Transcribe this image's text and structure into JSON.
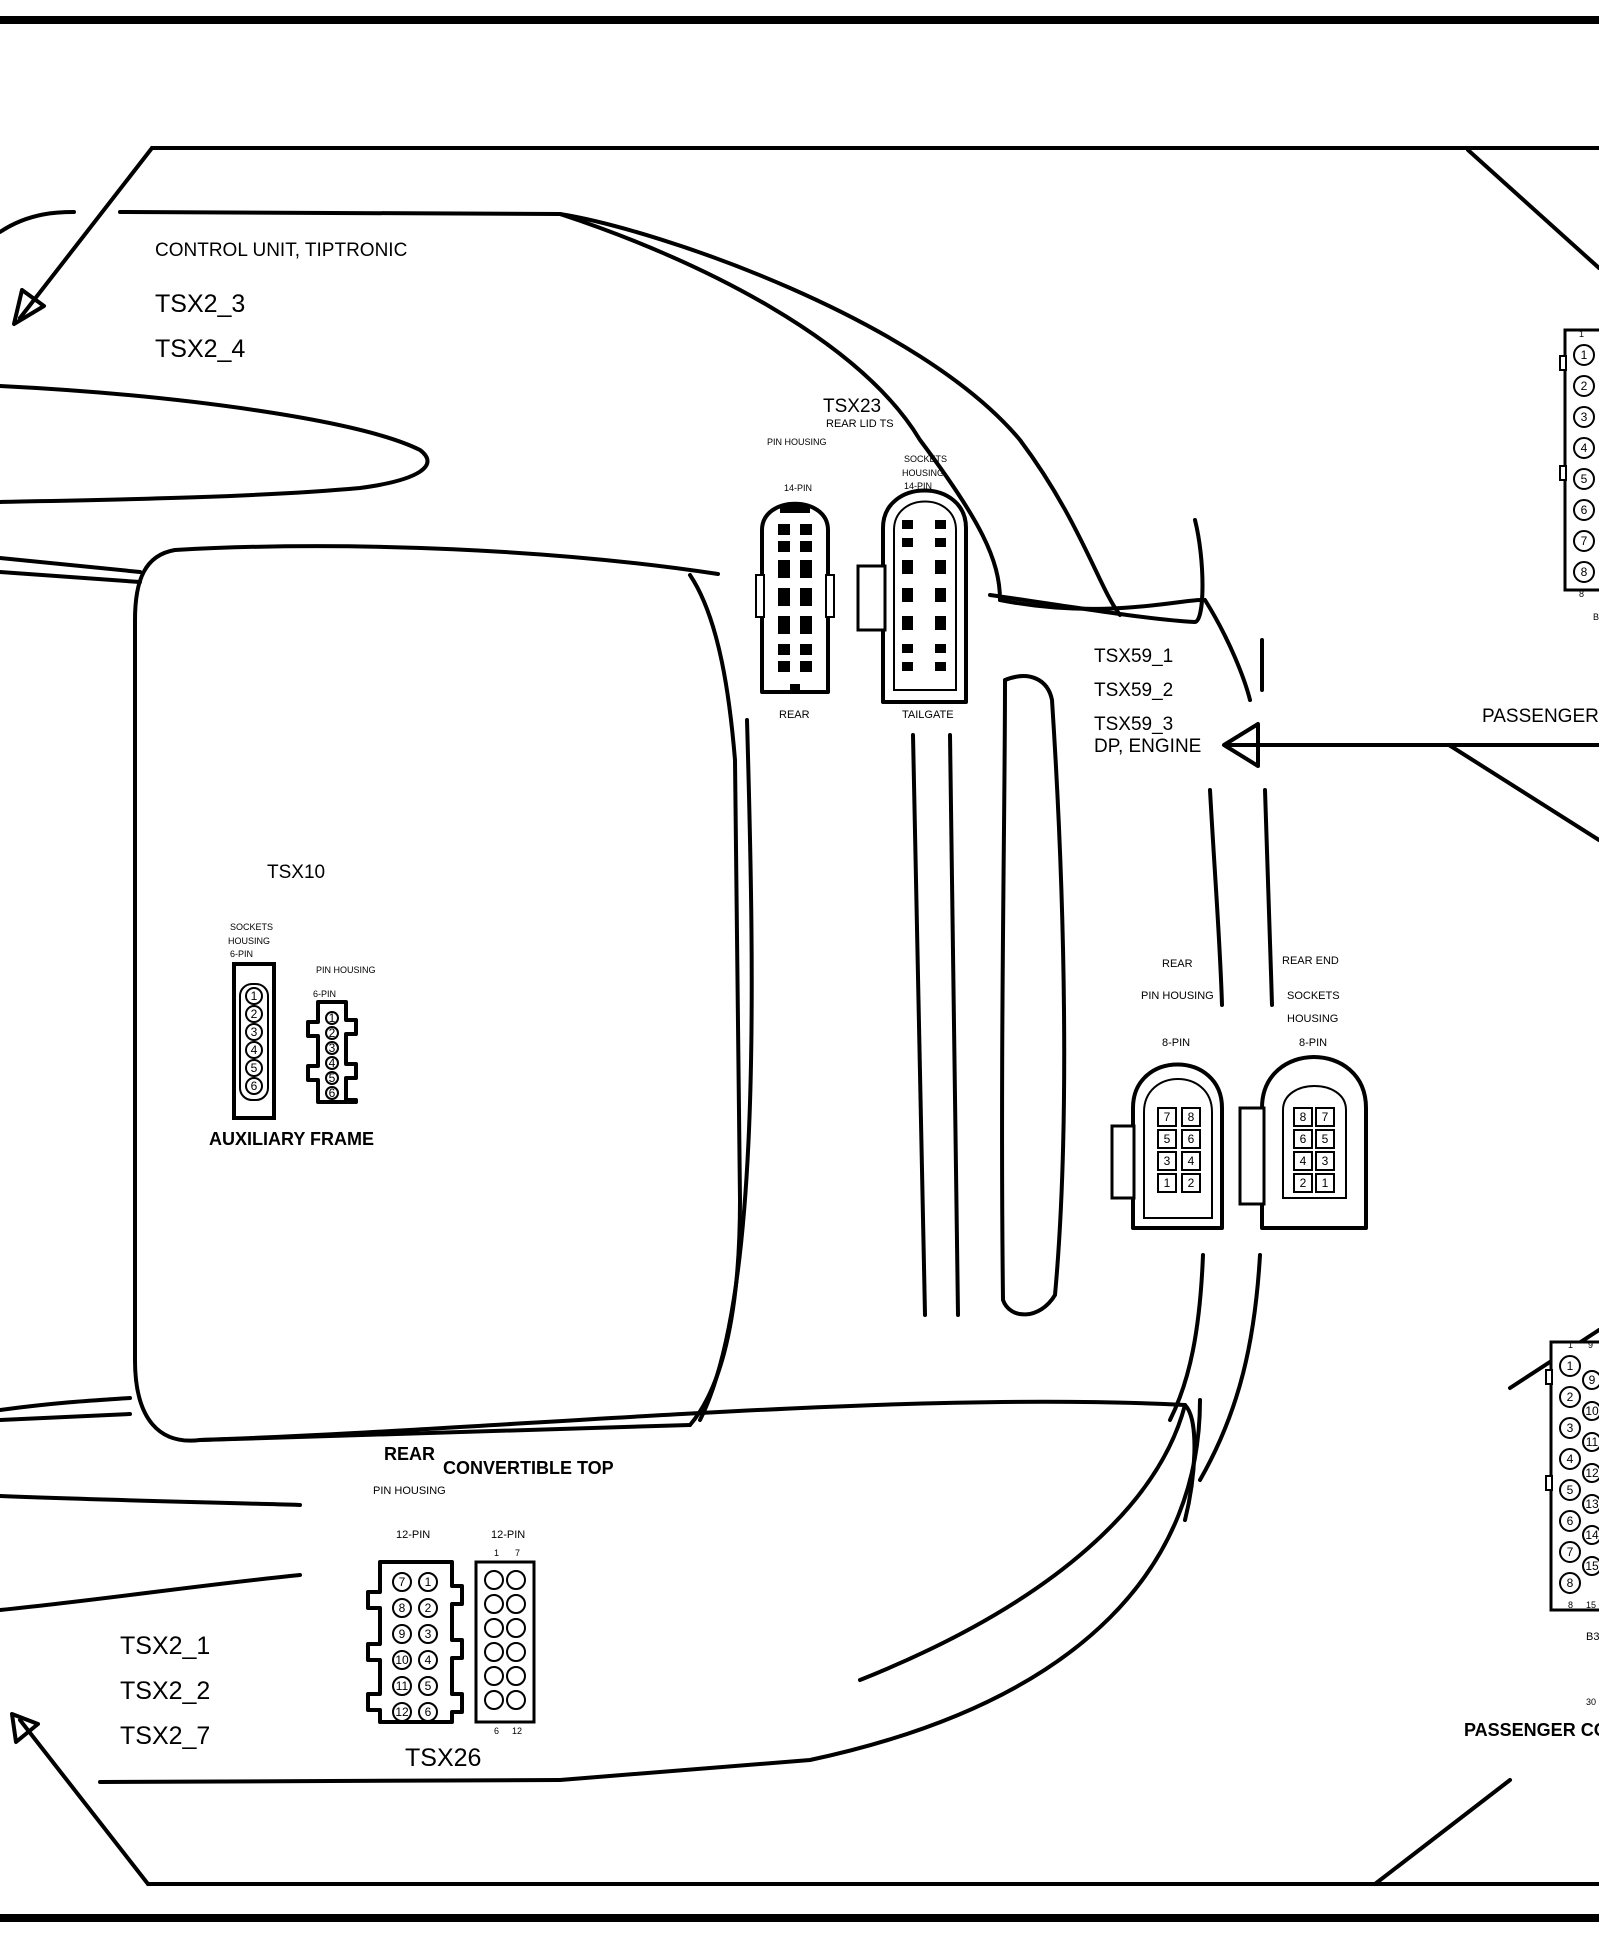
{
  "labels": {
    "control_unit": "CONTROL UNIT, TIPTRONIC",
    "tsx2_3": "TSX2_3",
    "tsx2_4": "TSX2_4",
    "tsx23": "TSX23",
    "rear_lid_ts": "REAR LID TS",
    "tsx23_pin_housing": "PIN HOUSING",
    "tsx23_pin_count": "14-PIN",
    "tsx23_sockets": "SOCKETS",
    "tsx23_housing": "HOUSING",
    "tsx23_socket_pins": "14-PIN",
    "tsx23_rear": "REAR",
    "tsx23_tailgate": "TAILGATE",
    "tsx59_1": "TSX59_1",
    "tsx59_2": "TSX59_2",
    "tsx59_3": "TSX59_3",
    "dp_engine": "DP, ENGINE",
    "passenger_right": "PASSENGER",
    "tsx10": "TSX10",
    "tsx10_sockets": "SOCKETS",
    "tsx10_housing": "HOUSING",
    "tsx10_socket_pins": "6-PIN",
    "tsx10_pin_housing": "PIN HOUSING",
    "tsx10_pin_count": "6-PIN",
    "auxiliary_frame": "AUXILIARY FRAME",
    "rear_pin": "REAR",
    "rear_pin_housing": "PIN HOUSING",
    "rear_pin_count": "8-PIN",
    "rear_end": "REAR END",
    "rear_end_sockets": "SOCKETS",
    "rear_end_housing": "HOUSING",
    "rear_end_pin_count": "8-PIN",
    "tsx26_rear": "REAR",
    "convertible_top": "CONVERTIBLE TOP",
    "tsx26_pin_housing": "PIN HOUSING",
    "tsx26_pin_count_left": "12-PIN",
    "tsx26_pin_count_right": "12-PIN",
    "tsx26": "TSX26",
    "tsx2_1": "TSX2_1",
    "tsx2_2": "TSX2_2",
    "tsx2_7": "TSX2_7",
    "passenger_bottom": "PASSENGER CO",
    "b3_label": "B3",
    "partial_30": "30",
    "partial_b": "B"
  },
  "connectors": {
    "tsx10_pins": [
      "1",
      "2",
      "3",
      "4",
      "5",
      "6"
    ],
    "tsx59_pin_rows": [
      [
        "7",
        "8"
      ],
      [
        "5",
        "6"
      ],
      [
        "3",
        "4"
      ],
      [
        "1",
        "2"
      ]
    ],
    "tsx59_socket_rows": [
      [
        "8",
        "7"
      ],
      [
        "6",
        "5"
      ],
      [
        "4",
        "3"
      ],
      [
        "2",
        "1"
      ]
    ],
    "tsx26_pin_rows": [
      [
        "7",
        "1"
      ],
      [
        "8",
        "2"
      ],
      [
        "9",
        "3"
      ],
      [
        "10",
        "4"
      ],
      [
        "11",
        "5"
      ],
      [
        "12",
        "6"
      ]
    ],
    "tsx26_socket_top": [
      "1",
      "7"
    ],
    "tsx26_socket_bottom": [
      "6",
      "12"
    ],
    "right_top_pins": [
      "1",
      "2",
      "3",
      "4",
      "5",
      "6",
      "7",
      "8"
    ],
    "right_top_col_top": "1",
    "right_top_col_bottom": "8",
    "right_bottom_pins_left": [
      "1",
      "2",
      "3",
      "4",
      "5",
      "6",
      "7",
      "8"
    ],
    "right_bottom_pins_right": [
      "9",
      "10",
      "11",
      "12",
      "13",
      "14",
      "15"
    ],
    "right_bottom_col_top": [
      "1",
      "9"
    ],
    "right_bottom_col_bottom": [
      "8",
      "15"
    ]
  }
}
